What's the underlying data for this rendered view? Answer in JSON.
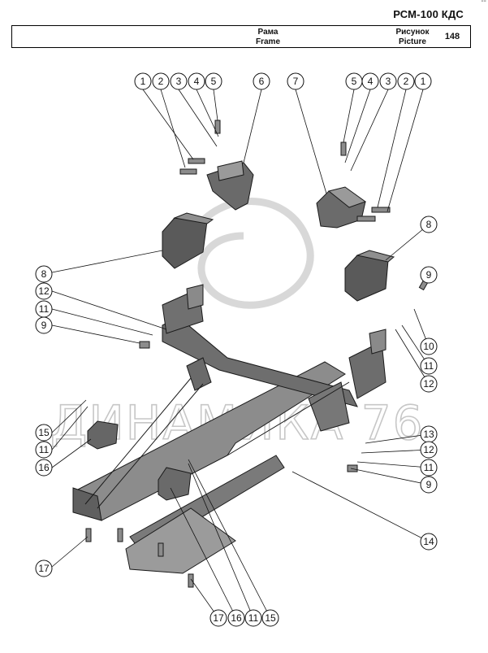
{
  "header": {
    "model": "РСМ-100 КДС",
    "corner_mark": "--",
    "title_ru": "Рама",
    "title_en": "Frame",
    "picture_ru": "Рисунок",
    "picture_en": "Picture",
    "picture_number": "148"
  },
  "watermark": "ДИНАМИКА 76",
  "callouts": {
    "top_left": [
      "1",
      "2",
      "3",
      "4",
      "5",
      "6"
    ],
    "top_right": [
      "7",
      "5",
      "4",
      "3",
      "2",
      "1"
    ],
    "left_side": [
      "8",
      "12",
      "11",
      "9"
    ],
    "right_upper": [
      "8",
      "9",
      "10",
      "11",
      "12"
    ],
    "right_lower": [
      "13",
      "12",
      "11",
      "9",
      "14"
    ],
    "left_mid": [
      "15",
      "11",
      "16"
    ],
    "bottom_left": [
      "17"
    ],
    "bottom_row": [
      "17",
      "16",
      "11",
      "15"
    ]
  }
}
